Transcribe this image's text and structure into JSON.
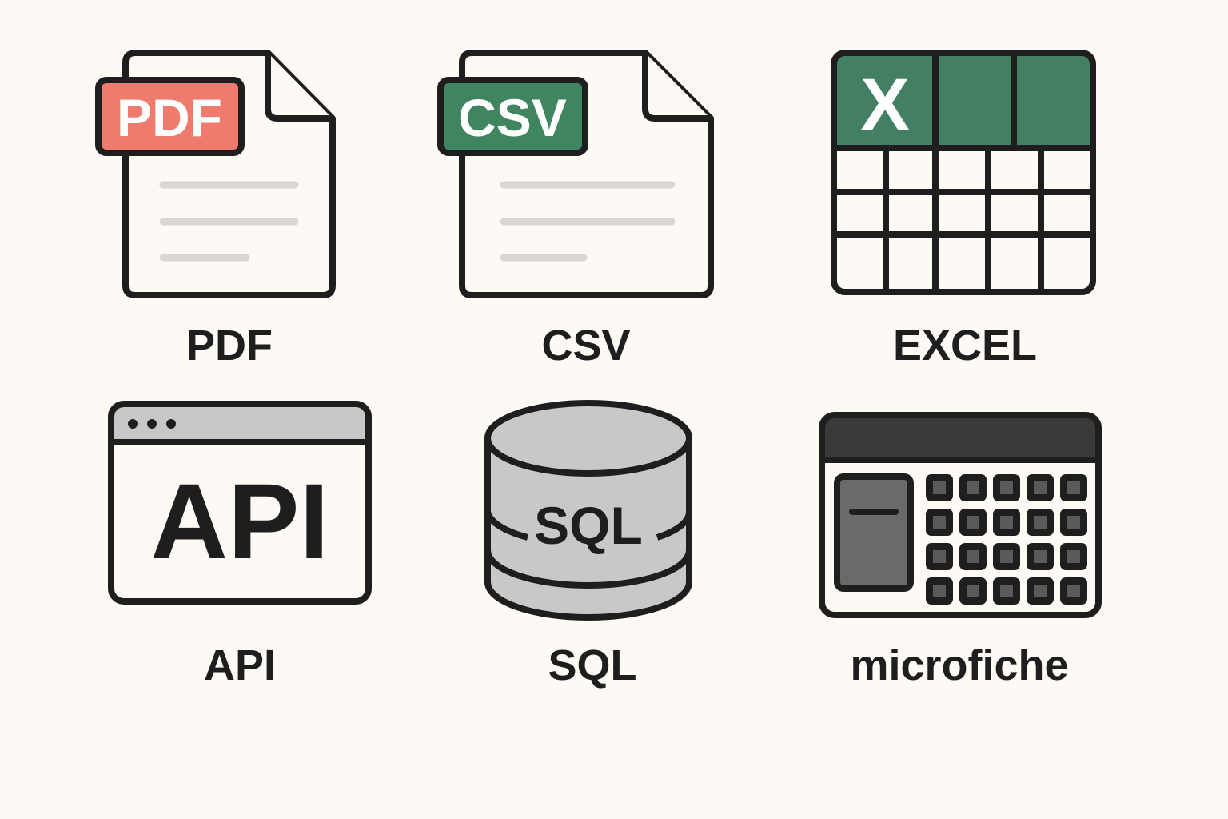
{
  "icons": [
    {
      "id": "pdf",
      "badge": "PDF",
      "label": "PDF",
      "color": "#EE7B6E"
    },
    {
      "id": "csv",
      "badge": "CSV",
      "label": "CSV",
      "color": "#3F8560"
    },
    {
      "id": "excel",
      "badge": "X",
      "label": "EXCEL",
      "color": "#437F62"
    },
    {
      "id": "api",
      "badge": "API",
      "label": "API",
      "color": "#C8C8C8"
    },
    {
      "id": "sql",
      "badge": "SQL",
      "label": "SQL",
      "color": "#C8C8C8"
    },
    {
      "id": "microfiche",
      "label": "microfiche",
      "color": "#3A3A3A"
    }
  ]
}
